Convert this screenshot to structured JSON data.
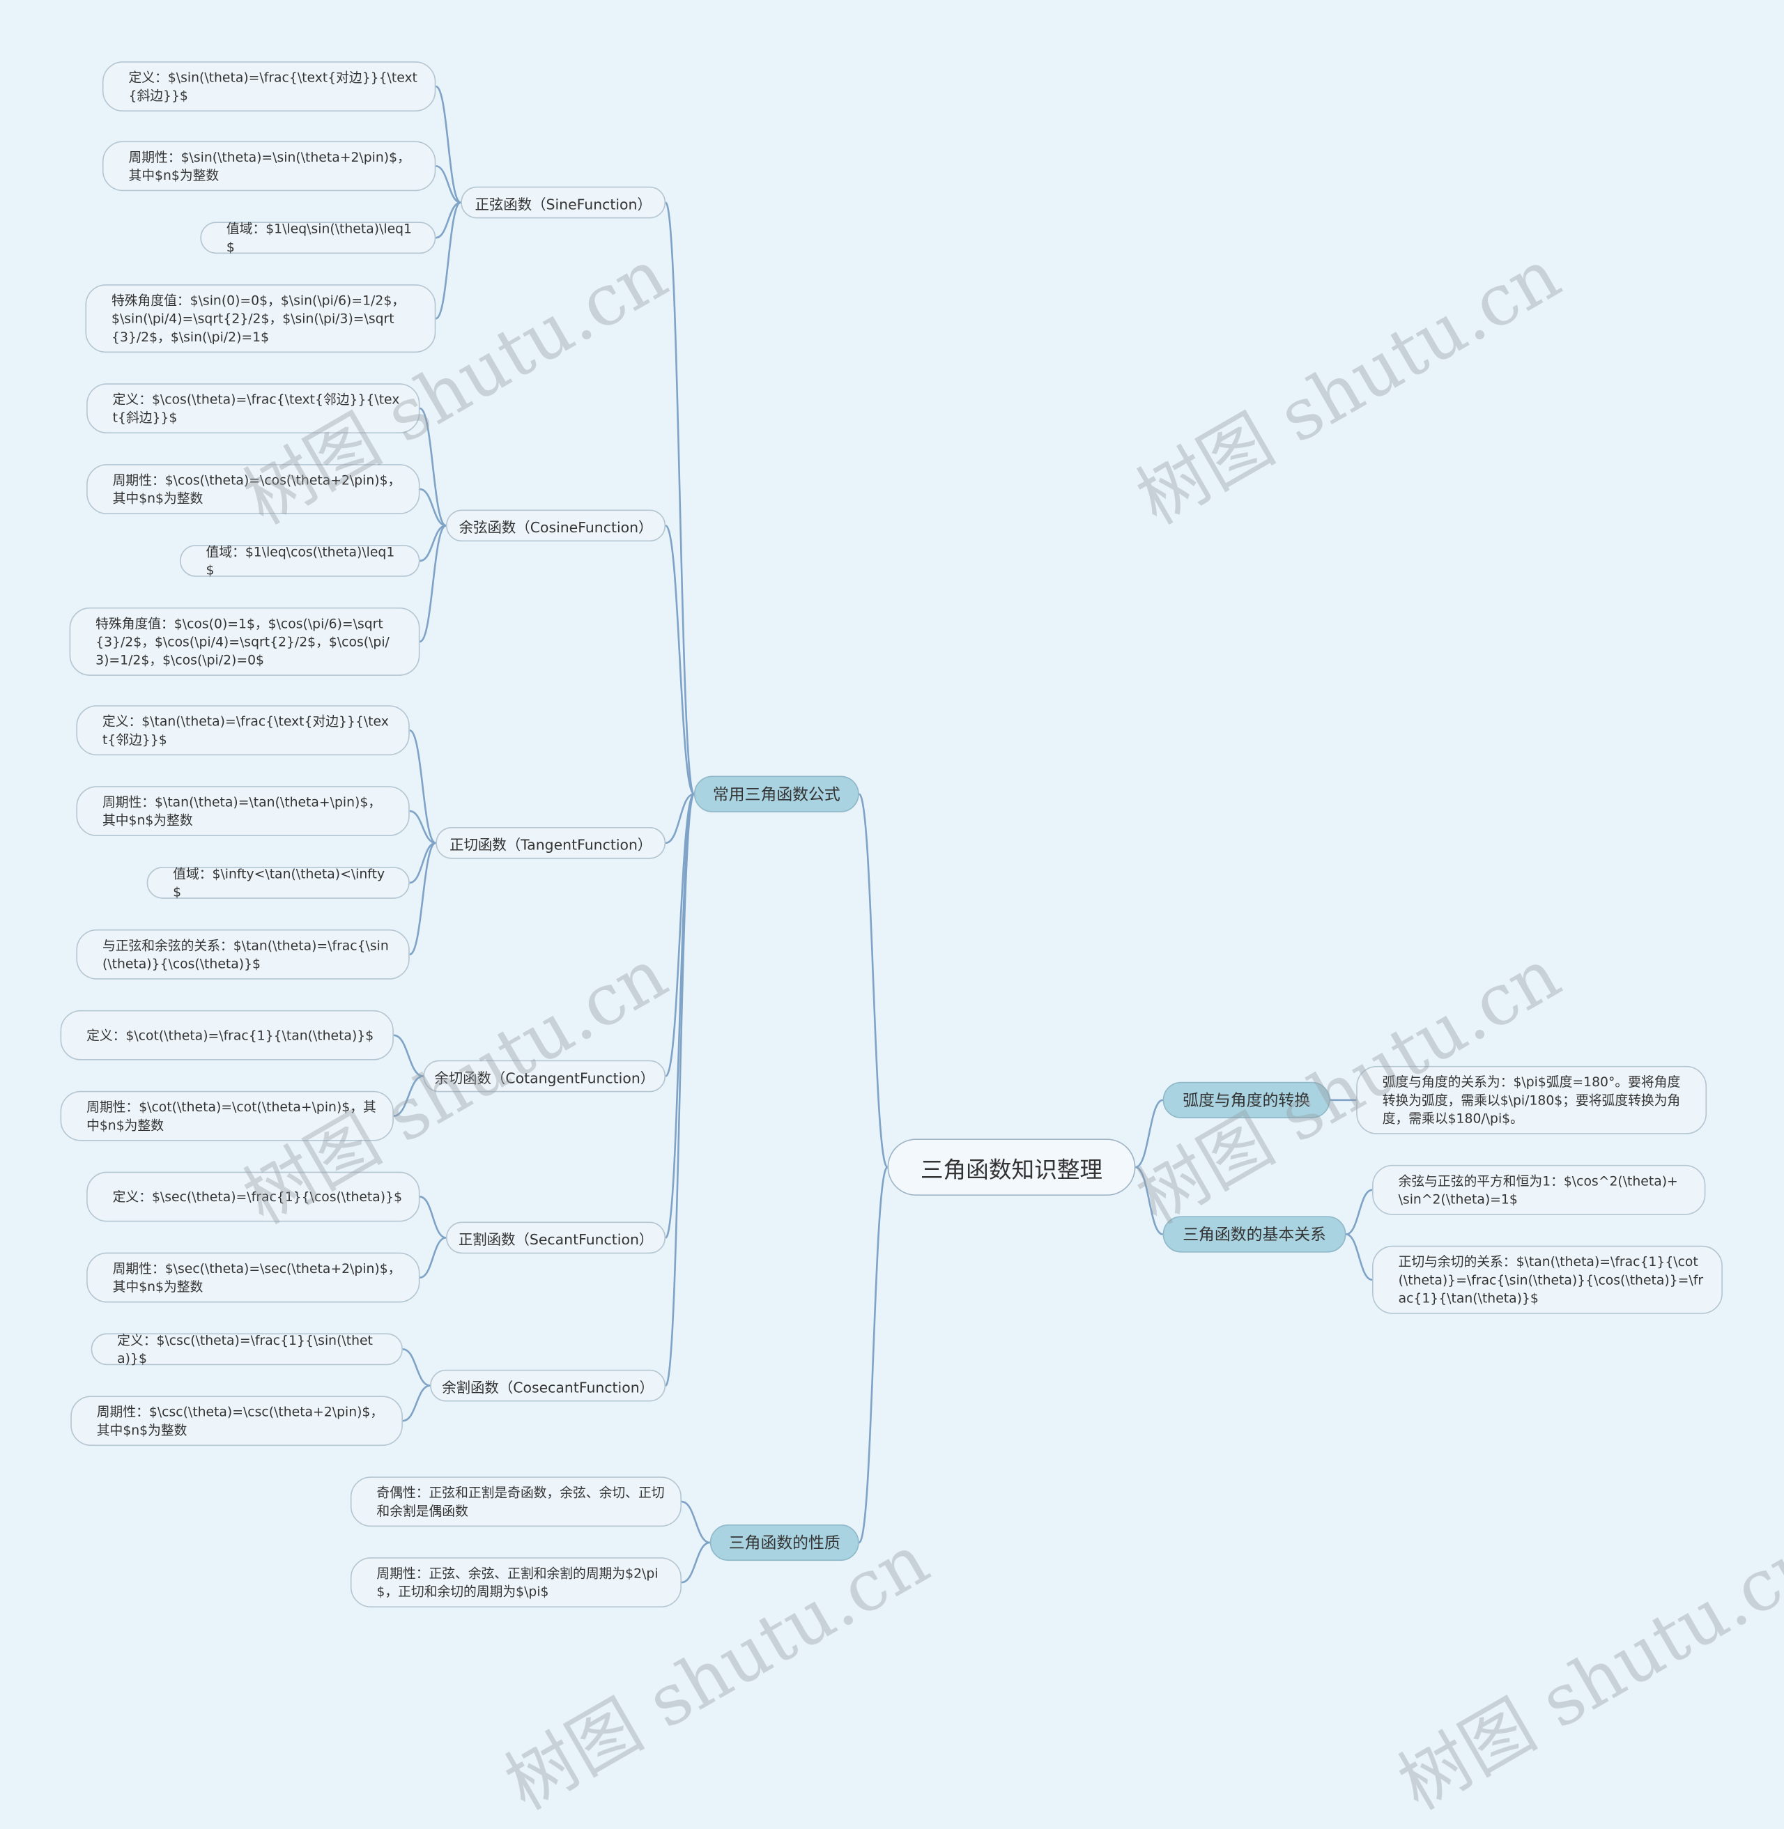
{
  "root": "三角函数知识整理",
  "branches": {
    "formulas": {
      "label": "常用三角函数公式",
      "sine": {
        "label": "正弦函数（SineFunction）",
        "definition": "定义：$\\sin(\\theta)=\\frac{\\text{对边}}{\\text{斜边}}$",
        "period": "周期性：$\\sin(\\theta)=\\sin(\\theta+2\\pin)$，其中$n$为整数",
        "range": "值域：$1\\leq\\sin(\\theta)\\leq1$",
        "special": "特殊角度值：$\\sin(0)=0$，$\\sin(\\pi/6)=1/2$，$\\sin(\\pi/4)=\\sqrt{2}/2$，$\\sin(\\pi/3)=\\sqrt{3}/2$，$\\sin(\\pi/2)=1$"
      },
      "cosine": {
        "label": "余弦函数（CosineFunction）",
        "definition": "定义：$\\cos(\\theta)=\\frac{\\text{邻边}}{\\text{斜边}}$",
        "period": "周期性：$\\cos(\\theta)=\\cos(\\theta+2\\pin)$，其中$n$为整数",
        "range": "值域：$1\\leq\\cos(\\theta)\\leq1$",
        "special": "特殊角度值：$\\cos(0)=1$，$\\cos(\\pi/6)=\\sqrt{3}/2$，$\\cos(\\pi/4)=\\sqrt{2}/2$，$\\cos(\\pi/3)=1/2$，$\\cos(\\pi/2)=0$"
      },
      "tangent": {
        "label": "正切函数（TangentFunction）",
        "definition": "定义：$\\tan(\\theta)=\\frac{\\text{对边}}{\\text{邻边}}$",
        "period": "周期性：$\\tan(\\theta)=\\tan(\\theta+\\pin)$，其中$n$为整数",
        "range": "值域：$\\infty<\\tan(\\theta)<\\infty$",
        "relation": "与正弦和余弦的关系：$\\tan(\\theta)=\\frac{\\sin(\\theta)}{\\cos(\\theta)}$"
      },
      "cotangent": {
        "label": "余切函数（CotangentFunction）",
        "definition": "定义：$\\cot(\\theta)=\\frac{1}{\\tan(\\theta)}$",
        "period": "周期性：$\\cot(\\theta)=\\cot(\\theta+\\pin)$，其中$n$为整数"
      },
      "secant": {
        "label": "正割函数（SecantFunction）",
        "definition": "定义：$\\sec(\\theta)=\\frac{1}{\\cos(\\theta)}$",
        "period": "周期性：$\\sec(\\theta)=\\sec(\\theta+2\\pin)$，其中$n$为整数"
      },
      "cosecant": {
        "label": "余割函数（CosecantFunction）",
        "definition": "定义：$\\csc(\\theta)=\\frac{1}{\\sin(\\theta)}$",
        "period": "周期性：$\\csc(\\theta)=\\csc(\\theta+2\\pin)$，其中$n$为整数"
      }
    },
    "properties": {
      "label": "三角函数的性质",
      "parity": "奇偶性：正弦和正割是奇函数，余弦、余切、正切和余割是偶函数",
      "periodicity": "周期性：正弦、余弦、正割和余割的周期为$2\\pi$，正切和余切的周期为$\\pi$"
    },
    "conversion": {
      "label": "弧度与角度的转换",
      "detail": "弧度与角度的关系为：$\\pi$弧度=180°。要将角度转换为弧度，需乘以$\\pi/180$；要将弧度转换为角度，需乘以$180/\\pi$。"
    },
    "relations": {
      "label": "三角函数的基本关系",
      "pythagorean": "余弦与正弦的平方和恒为1：$\\cos^2(\\theta)+\\sin^2(\\theta)=1$",
      "tan_cot": "正切与余切的关系：$\\tan(\\theta)=\\frac{1}{\\cot(\\theta)}=\\frac{\\sin(\\theta)}{\\cos(\\theta)}=\\frac{1}{\\tan(\\theta)}$"
    }
  },
  "watermark": "树图 shutu.cn",
  "colors": {
    "background": "#e9f3fa",
    "connector": "#7fa3c6",
    "main_fill": "#a9d3e0"
  }
}
